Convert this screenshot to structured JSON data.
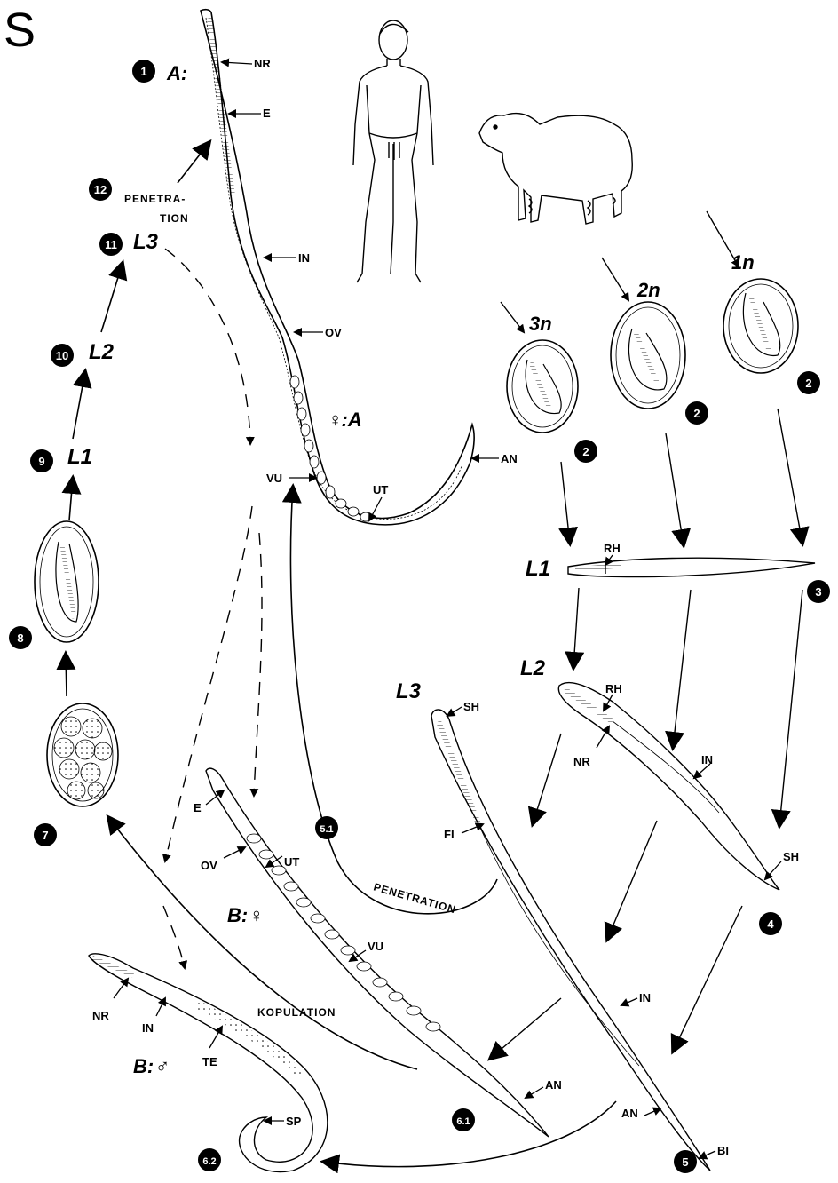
{
  "panel_letter": "S",
  "hosts": {
    "human": "human-figure",
    "sheep": "sheep-figure"
  },
  "steps": {
    "s1": "1",
    "s2": "2",
    "s3": "3",
    "s4": "4",
    "s5": "5",
    "s51": "5.1",
    "s61": "6.1",
    "s62": "6.2",
    "s7": "7",
    "s8": "8",
    "s9": "9",
    "s10": "10",
    "s11": "11",
    "s12": "12"
  },
  "titles": {
    "a_parasitic": "A:",
    "female_a": "♀:A",
    "female_b": "B:♀",
    "male_b": "B:♂"
  },
  "stages": {
    "l1_left": "L1",
    "l2_left": "L2",
    "l3_left": "L3",
    "l1_right": "L1",
    "l2_right": "L2",
    "l3_right": "L3"
  },
  "nuclei": {
    "n1": "1n",
    "n2": "2n",
    "n3": "3n"
  },
  "labels": {
    "nr_a": "NR",
    "e_a": "E",
    "in_a": "IN",
    "ov_a": "OV",
    "an_a": "AN",
    "vu_a": "VU",
    "ut_a": "UT",
    "rh_1": "RH",
    "rh_2": "RH",
    "nr_2": "NR",
    "in_2": "IN",
    "sh_2": "SH",
    "sh_3": "SH",
    "fi_3": "FI",
    "in_3": "IN",
    "an_3": "AN",
    "bi_3": "BI",
    "e_b": "E",
    "ov_b": "OV",
    "ut_b": "UT",
    "vu_b": "VU",
    "an_b": "AN",
    "nr_m": "NR",
    "in_m": "IN",
    "te_m": "TE",
    "sp_m": "SP"
  },
  "processes": {
    "penetration_top_1": "PENETRA-",
    "penetration_top_2": "TION",
    "penetration_mid": "PENETRATION",
    "copulation": "KOPULATION"
  }
}
